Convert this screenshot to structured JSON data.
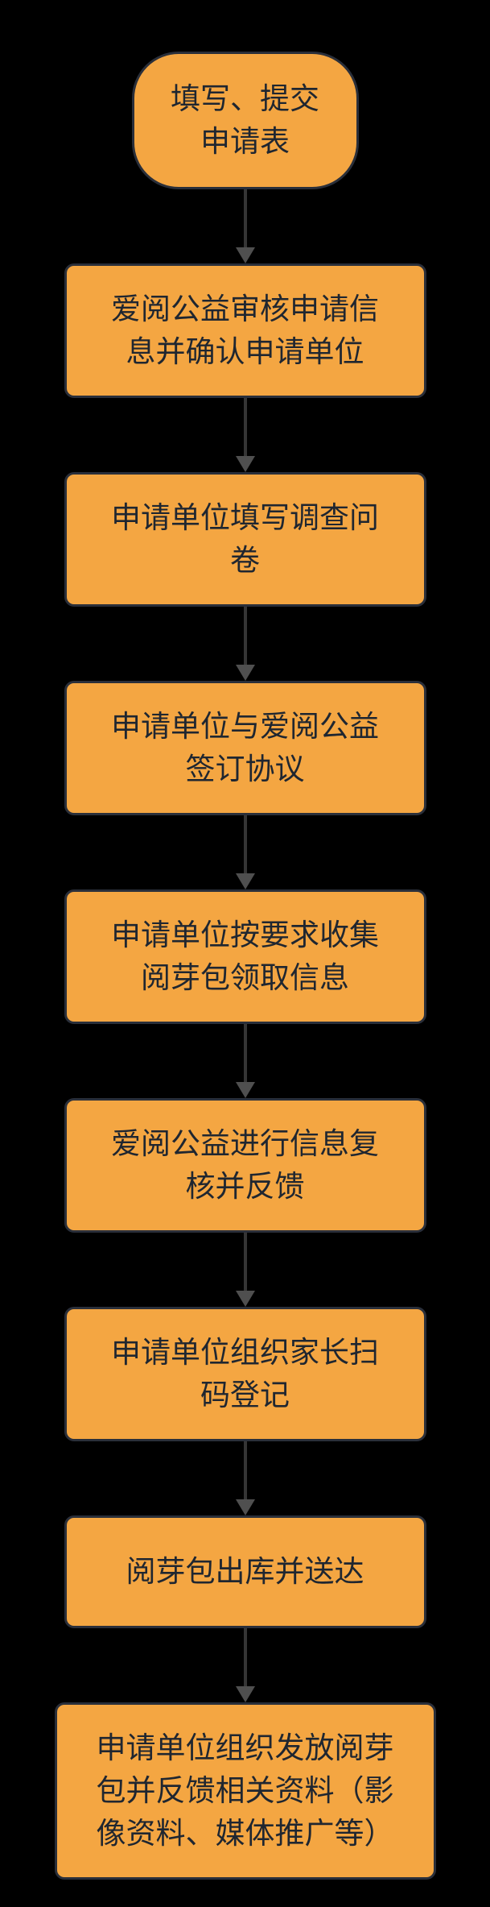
{
  "background_color": "#000000",
  "colors": {
    "node_fill": "#F4A642",
    "node_border": "#2A2F3A",
    "node_text": "#1F2630",
    "edge_line": "#353535",
    "arrowhead": "#4F4F4F"
  },
  "flowchart": {
    "type": "flowchart",
    "direction": "top-down",
    "nodes": [
      {
        "id": "1",
        "shape": "stadium",
        "label": "填写、提交申请表"
      },
      {
        "id": "2",
        "shape": "rect",
        "label": "爱阅公益审核申请信息并确认申请单位"
      },
      {
        "id": "3",
        "shape": "rect",
        "label": "申请单位填写调查问卷"
      },
      {
        "id": "4",
        "shape": "rect",
        "label": "申请单位与爱阅公益签订协议"
      },
      {
        "id": "5",
        "shape": "rect",
        "label": "申请单位按要求收集阅芽包领取信息"
      },
      {
        "id": "6",
        "shape": "rect",
        "label": "爱阅公益进行信息复核并反馈"
      },
      {
        "id": "7",
        "shape": "rect",
        "label": "申请单位组织家长扫码登记"
      },
      {
        "id": "8",
        "shape": "rect",
        "label": "阅芽包出库并送达"
      },
      {
        "id": "9",
        "shape": "rect",
        "label": "申请单位组织发放阅芽包并反馈相关资料（影像资料、媒体推广等）"
      }
    ],
    "edges": [
      {
        "from": "1",
        "to": "2"
      },
      {
        "from": "2",
        "to": "3"
      },
      {
        "from": "3",
        "to": "4"
      },
      {
        "from": "4",
        "to": "5"
      },
      {
        "from": "5",
        "to": "6"
      },
      {
        "from": "6",
        "to": "7"
      },
      {
        "from": "7",
        "to": "8"
      },
      {
        "from": "8",
        "to": "9"
      }
    ]
  }
}
